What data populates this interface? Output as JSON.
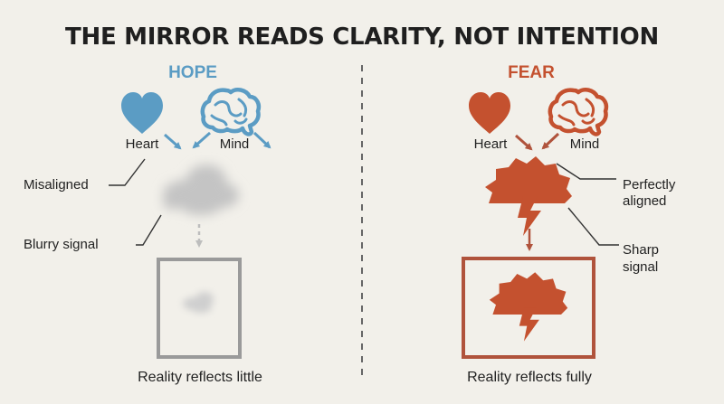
{
  "title": "THE MIRROR READS CLARITY, NOT INTENTION",
  "colors": {
    "hope": "#5b9cc4",
    "fear": "#c4512f",
    "fog": "#c9c9c9",
    "mirror_hope": "#9a9a9a",
    "mirror_fear": "#b0533c",
    "background": "#f2f0ea"
  },
  "hope": {
    "heading": "HOPE",
    "heart_label": "Heart",
    "mind_label": "Mind",
    "misaligned_label": "Misaligned",
    "blurry_label": "Blurry signal",
    "caption": "Reality reflects little",
    "heart_icon": "heart-icon",
    "mind_icon": "brain-icon",
    "signal_icon": "fog-cloud-icon"
  },
  "fear": {
    "heading": "FEAR",
    "heart_label": "Heart",
    "mind_label": "Mind",
    "aligned_line1": "Perfectly",
    "aligned_line2": "aligned",
    "sharp_line1": "Sharp",
    "sharp_line2": "signal",
    "caption": "Reality reflects fully",
    "heart_icon": "heart-icon",
    "mind_icon": "brain-icon",
    "signal_icon": "storm-cloud-icon"
  }
}
